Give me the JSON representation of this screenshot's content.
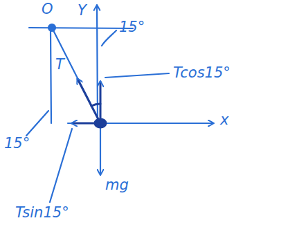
{
  "diagram": {
    "labels": [
      "O",
      "Y",
      "15°",
      "T",
      "Tcos15°",
      "x",
      "15°",
      "mg",
      "Tsin15°"
    ]
  }
}
